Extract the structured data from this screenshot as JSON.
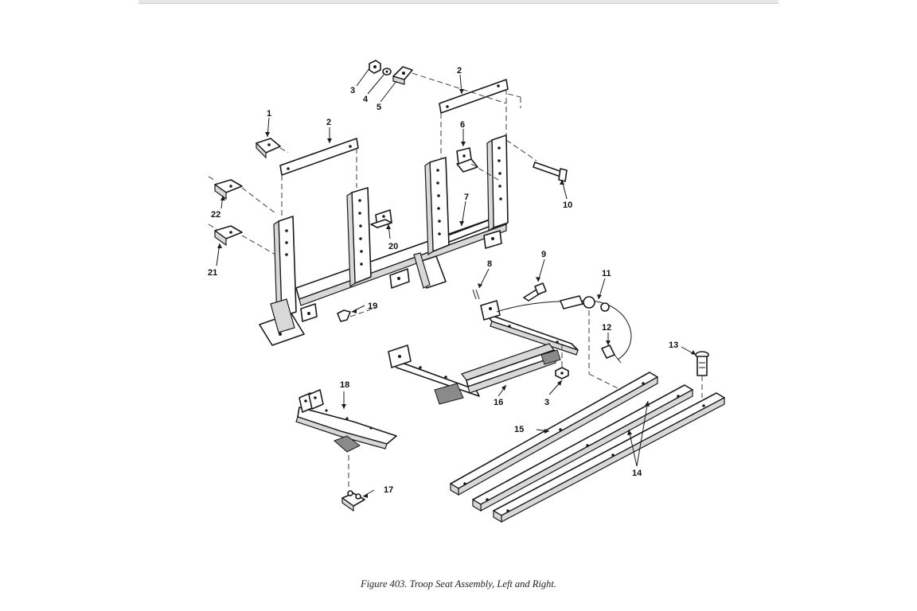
{
  "caption": "Figure 403.  Troop Seat Assembly, Left and Right.",
  "callouts": {
    "c1": "1",
    "c2a": "2",
    "c2b": "2",
    "c3a": "3",
    "c3b": "3",
    "c4": "4",
    "c5": "5",
    "c6": "6",
    "c7": "7",
    "c8": "8",
    "c9": "9",
    "c10": "10",
    "c11": "11",
    "c12": "12",
    "c13": "13",
    "c14": "14",
    "c15": "15",
    "c16": "16",
    "c17": "17",
    "c18": "18",
    "c19": "19",
    "c20": "20",
    "c21": "21",
    "c22": "22"
  }
}
